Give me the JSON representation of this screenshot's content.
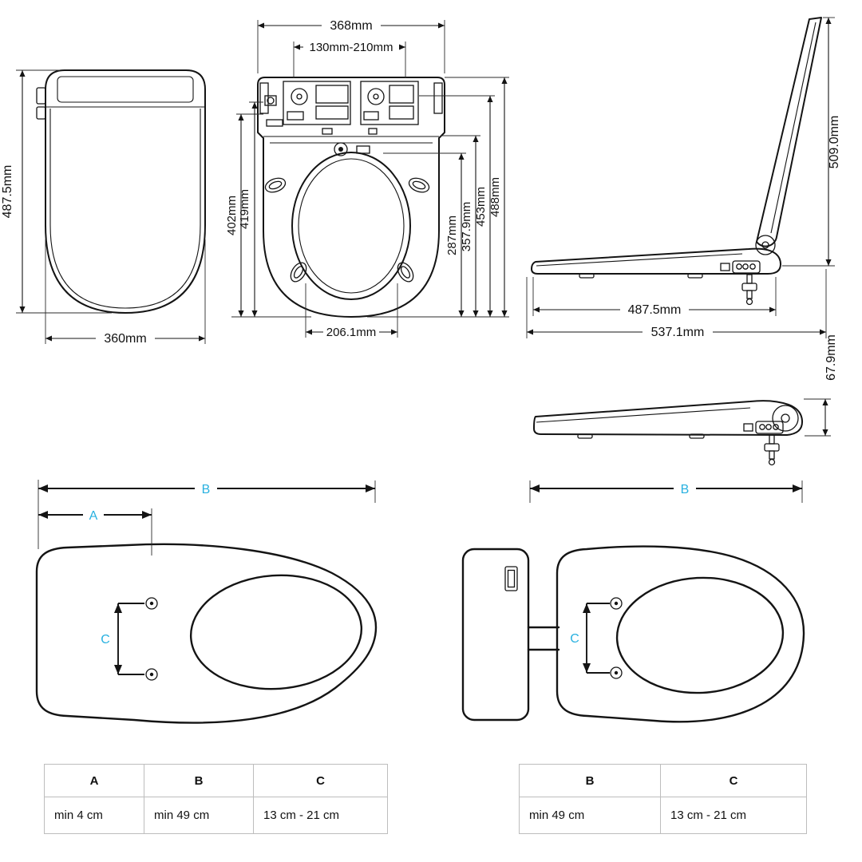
{
  "colors": {
    "line": "#141414",
    "accent": "#29b1e0",
    "table_border": "#bdbdbd"
  },
  "top_view": {
    "height": "487.5mm",
    "width": "360mm"
  },
  "bottom_view": {
    "outer_width": "368mm",
    "bracket_range": "130mm-210mm",
    "dim_402": "402mm",
    "dim_419": "419mm",
    "dim_287": "287mm",
    "dim_357": "357.9mm",
    "dim_453": "453mm",
    "dim_488": "488mm",
    "bolt_span": "206.1mm"
  },
  "side_open": {
    "lid_height": "509.0mm",
    "seat_depth": "487.5mm",
    "total_depth": "537.1mm"
  },
  "side_closed": {
    "height": "67.9mm"
  },
  "install_left": {
    "a": "A",
    "b": "B",
    "c": "C"
  },
  "install_right": {
    "b": "B",
    "c": "C"
  },
  "table_left": {
    "headers": [
      "A",
      "B",
      "C"
    ],
    "values": [
      "min 4 cm",
      "min 49 cm",
      "13 cm - 21 cm"
    ]
  },
  "table_right": {
    "headers": [
      "B",
      "C"
    ],
    "values": [
      "min 49 cm",
      "13 cm - 21 cm"
    ]
  }
}
